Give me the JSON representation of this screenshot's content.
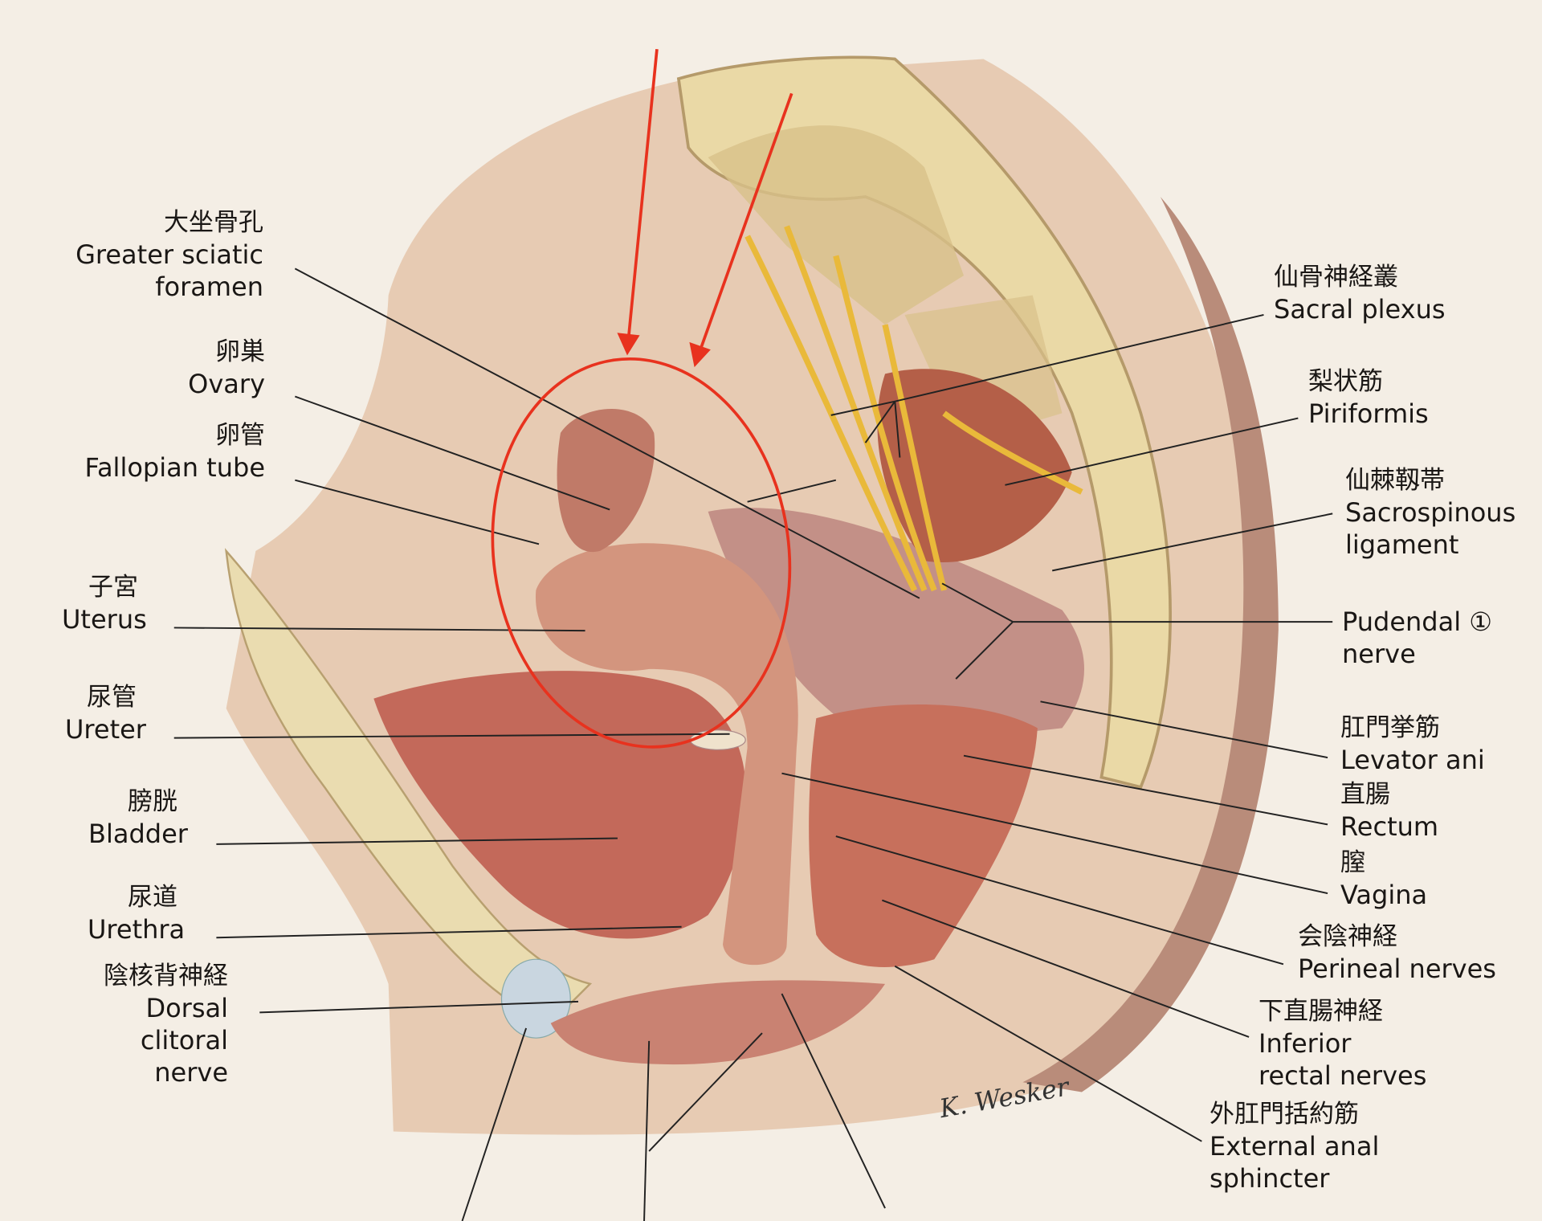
{
  "labels_left": {
    "greater_sciatic": {
      "jp": "大坐骨孔",
      "en1": "Greater sciatic",
      "en2": "foramen"
    },
    "ovary": {
      "jp": "卵巣",
      "en1": "Ovary"
    },
    "fallopian": {
      "jp": "卵管",
      "en1": "Fallopian tube"
    },
    "uterus": {
      "jp": "子宮",
      "en1": "Uterus"
    },
    "ureter": {
      "jp": "尿管",
      "en1": "Ureter"
    },
    "bladder": {
      "jp": "膀胱",
      "en1": "Bladder"
    },
    "urethra": {
      "jp": "尿道",
      "en1": "Urethra"
    },
    "dorsal_clitoral": {
      "jp": "陰核背神経",
      "en1": "Dorsal",
      "en2": "clitoral",
      "en3": "nerve"
    }
  },
  "labels_right": {
    "sacral_plexus": {
      "jp": "仙骨神経叢",
      "en1": "Sacral plexus"
    },
    "piriformis": {
      "jp": "梨状筋",
      "en1": "Piriformis"
    },
    "sacrospinous": {
      "jp": "仙棘靱帯",
      "en1": "Sacrospinous",
      "en2": "ligament"
    },
    "pudendal": {
      "en1": "Pudendal ①",
      "en2": "nerve"
    },
    "levator_ani": {
      "jp": "肛門挙筋",
      "en1": "Levator ani"
    },
    "rectum": {
      "jp": "直腸",
      "en1": "Rectum"
    },
    "vagina": {
      "jp": "膣",
      "en1": "Vagina"
    },
    "perineal": {
      "jp": "会陰神経",
      "en1": "Perineal nerves"
    },
    "inferior_rectal": {
      "jp": "下直腸神経",
      "en1": "Inferior",
      "en2": "rectal nerves"
    },
    "external_anal": {
      "jp": "外肛門括約筋",
      "en1": "External anal",
      "en2": "sphincter"
    }
  },
  "signature": "K. Wesker",
  "colors": {
    "annotation": "#e8321e",
    "muscle": "#c8715a",
    "bone": "#e9d9a8",
    "nerve": "#e9b93a"
  }
}
